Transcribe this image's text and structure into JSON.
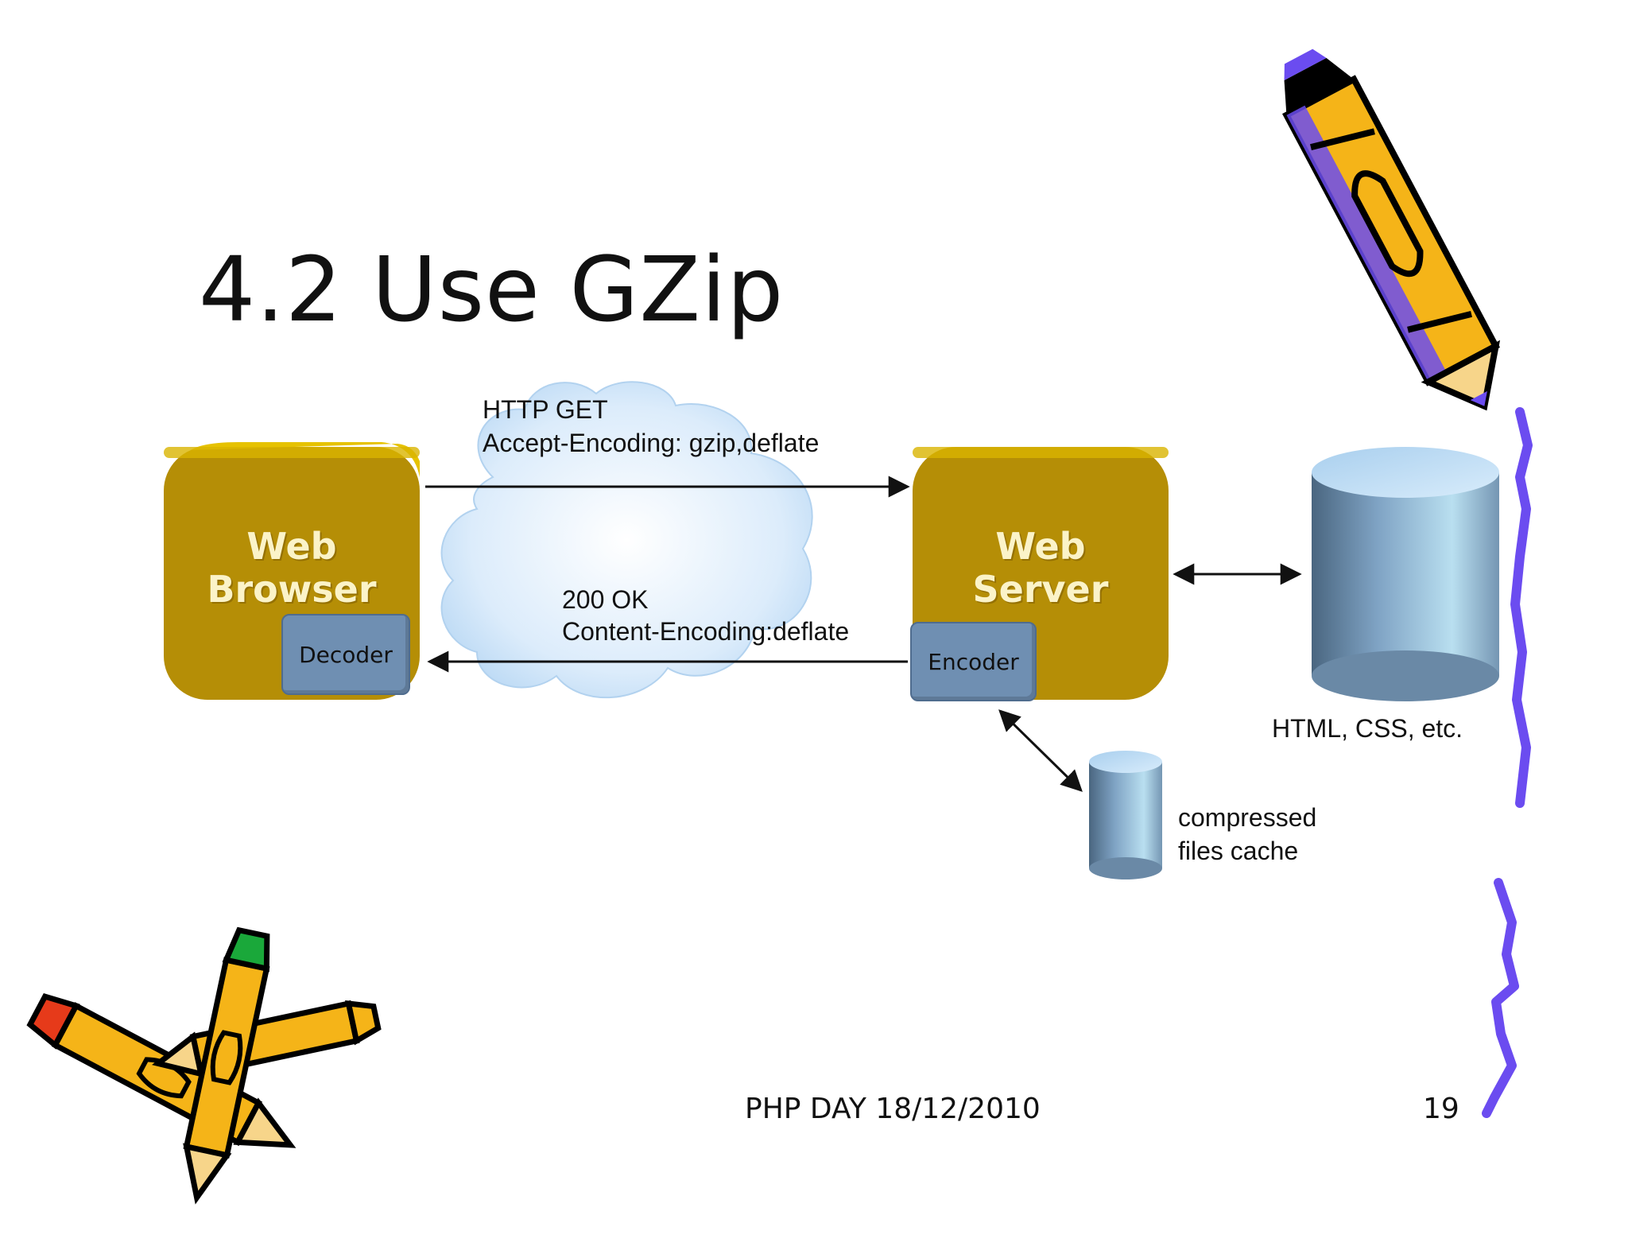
{
  "slide": {
    "title": "4.2 Use GZip",
    "footer_left": "PHP DAY 18/12/2010",
    "page_number": "19"
  },
  "diagram": {
    "browser": {
      "line1": "Web",
      "line2": "Browser",
      "component": "Decoder"
    },
    "server": {
      "line1": "Web",
      "line2": "Server",
      "component": "Encoder"
    },
    "request": {
      "line1": "HTTP GET",
      "line2": "Accept-Encoding: gzip,deflate"
    },
    "response": {
      "line1": "200 OK",
      "line2": "Content-Encoding:deflate"
    },
    "storage_label": "HTML, CSS, etc.",
    "cache_label": {
      "line1": "compressed",
      "line2": "files cache"
    }
  },
  "colors": {
    "box_fill": "#b58e06",
    "box_top": "#e6c200",
    "component_fill": "#6f8fb2",
    "cylinder": "#8fb4d6",
    "pencil_body": "#f5b418",
    "pencil_accent": "#6b4cf0"
  },
  "icons": [
    "pencil-icon",
    "crossed-pencils-icon",
    "cloud-icon",
    "database-cylinder-icon"
  ]
}
